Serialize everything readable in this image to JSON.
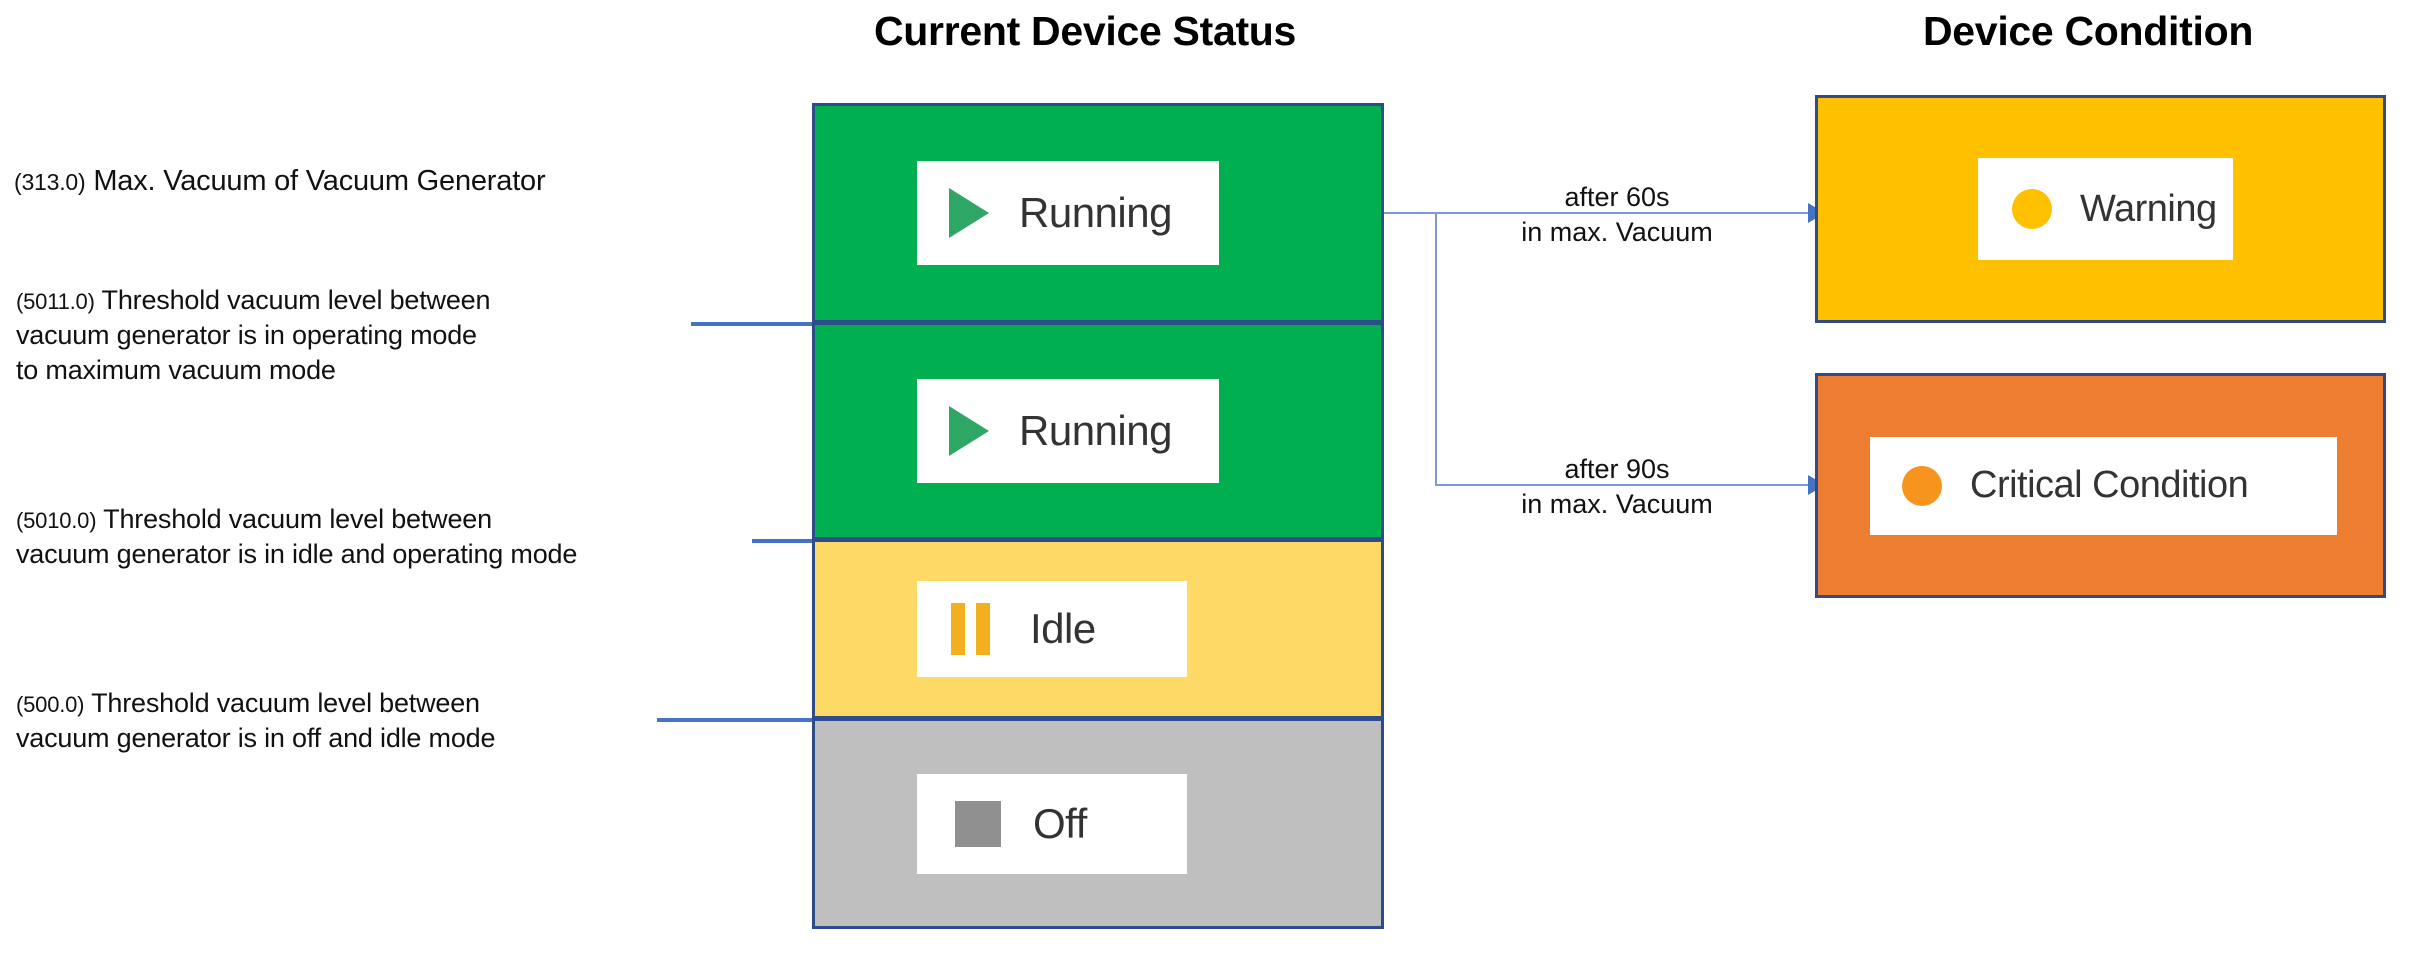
{
  "columns": {
    "status_title": "Current Device Status",
    "condition_title": "Device Condition"
  },
  "annotations": [
    {
      "code": "(313.0)",
      "text": "Max. Vacuum of Vacuum Generator",
      "lines": [
        "Max. Vacuum of Vacuum Generator"
      ]
    },
    {
      "code": "(5011.0)",
      "lines": [
        "Threshold vacuum level between",
        "vacuum generator is in operating mode",
        "to maximum vacuum mode"
      ]
    },
    {
      "code": "(5010.0)",
      "lines": [
        "Threshold vacuum level between",
        "vacuum generator is in idle and operating mode"
      ]
    },
    {
      "code": "(500.0)",
      "lines": [
        "Threshold vacuum level between",
        "vacuum generator is in off and idle mode"
      ]
    }
  ],
  "status_boxes": [
    {
      "label": "Running",
      "icon": "play-icon",
      "fill": "#00B050",
      "icon_color": "#2EA664"
    },
    {
      "label": "Running",
      "icon": "play-icon",
      "fill": "#00B050",
      "icon_color": "#2EA664"
    },
    {
      "label": "Idle",
      "icon": "pause-icon",
      "fill": "#FFD966",
      "icon_color": "#F2B01E"
    },
    {
      "label": "Off",
      "icon": "stop-icon",
      "fill": "#BFBFBF",
      "icon_color": "#909090"
    }
  ],
  "condition_boxes": [
    {
      "label": "Warning",
      "icon": "circle-icon",
      "fill": "#FFC000",
      "icon_color": "#FFC000"
    },
    {
      "label": "Critical Condition",
      "icon": "circle-icon",
      "fill": "#ED7D31",
      "icon_color": "#F7941E"
    }
  ],
  "transitions": [
    {
      "line1": "after 60s",
      "line2": "in max. Vacuum"
    },
    {
      "line1": "after 90s",
      "line2": "in max. Vacuum"
    }
  ],
  "colors": {
    "border": "#2E4C8C",
    "leader_line": "#4472C4",
    "connector_line": "#7B9BD7"
  }
}
